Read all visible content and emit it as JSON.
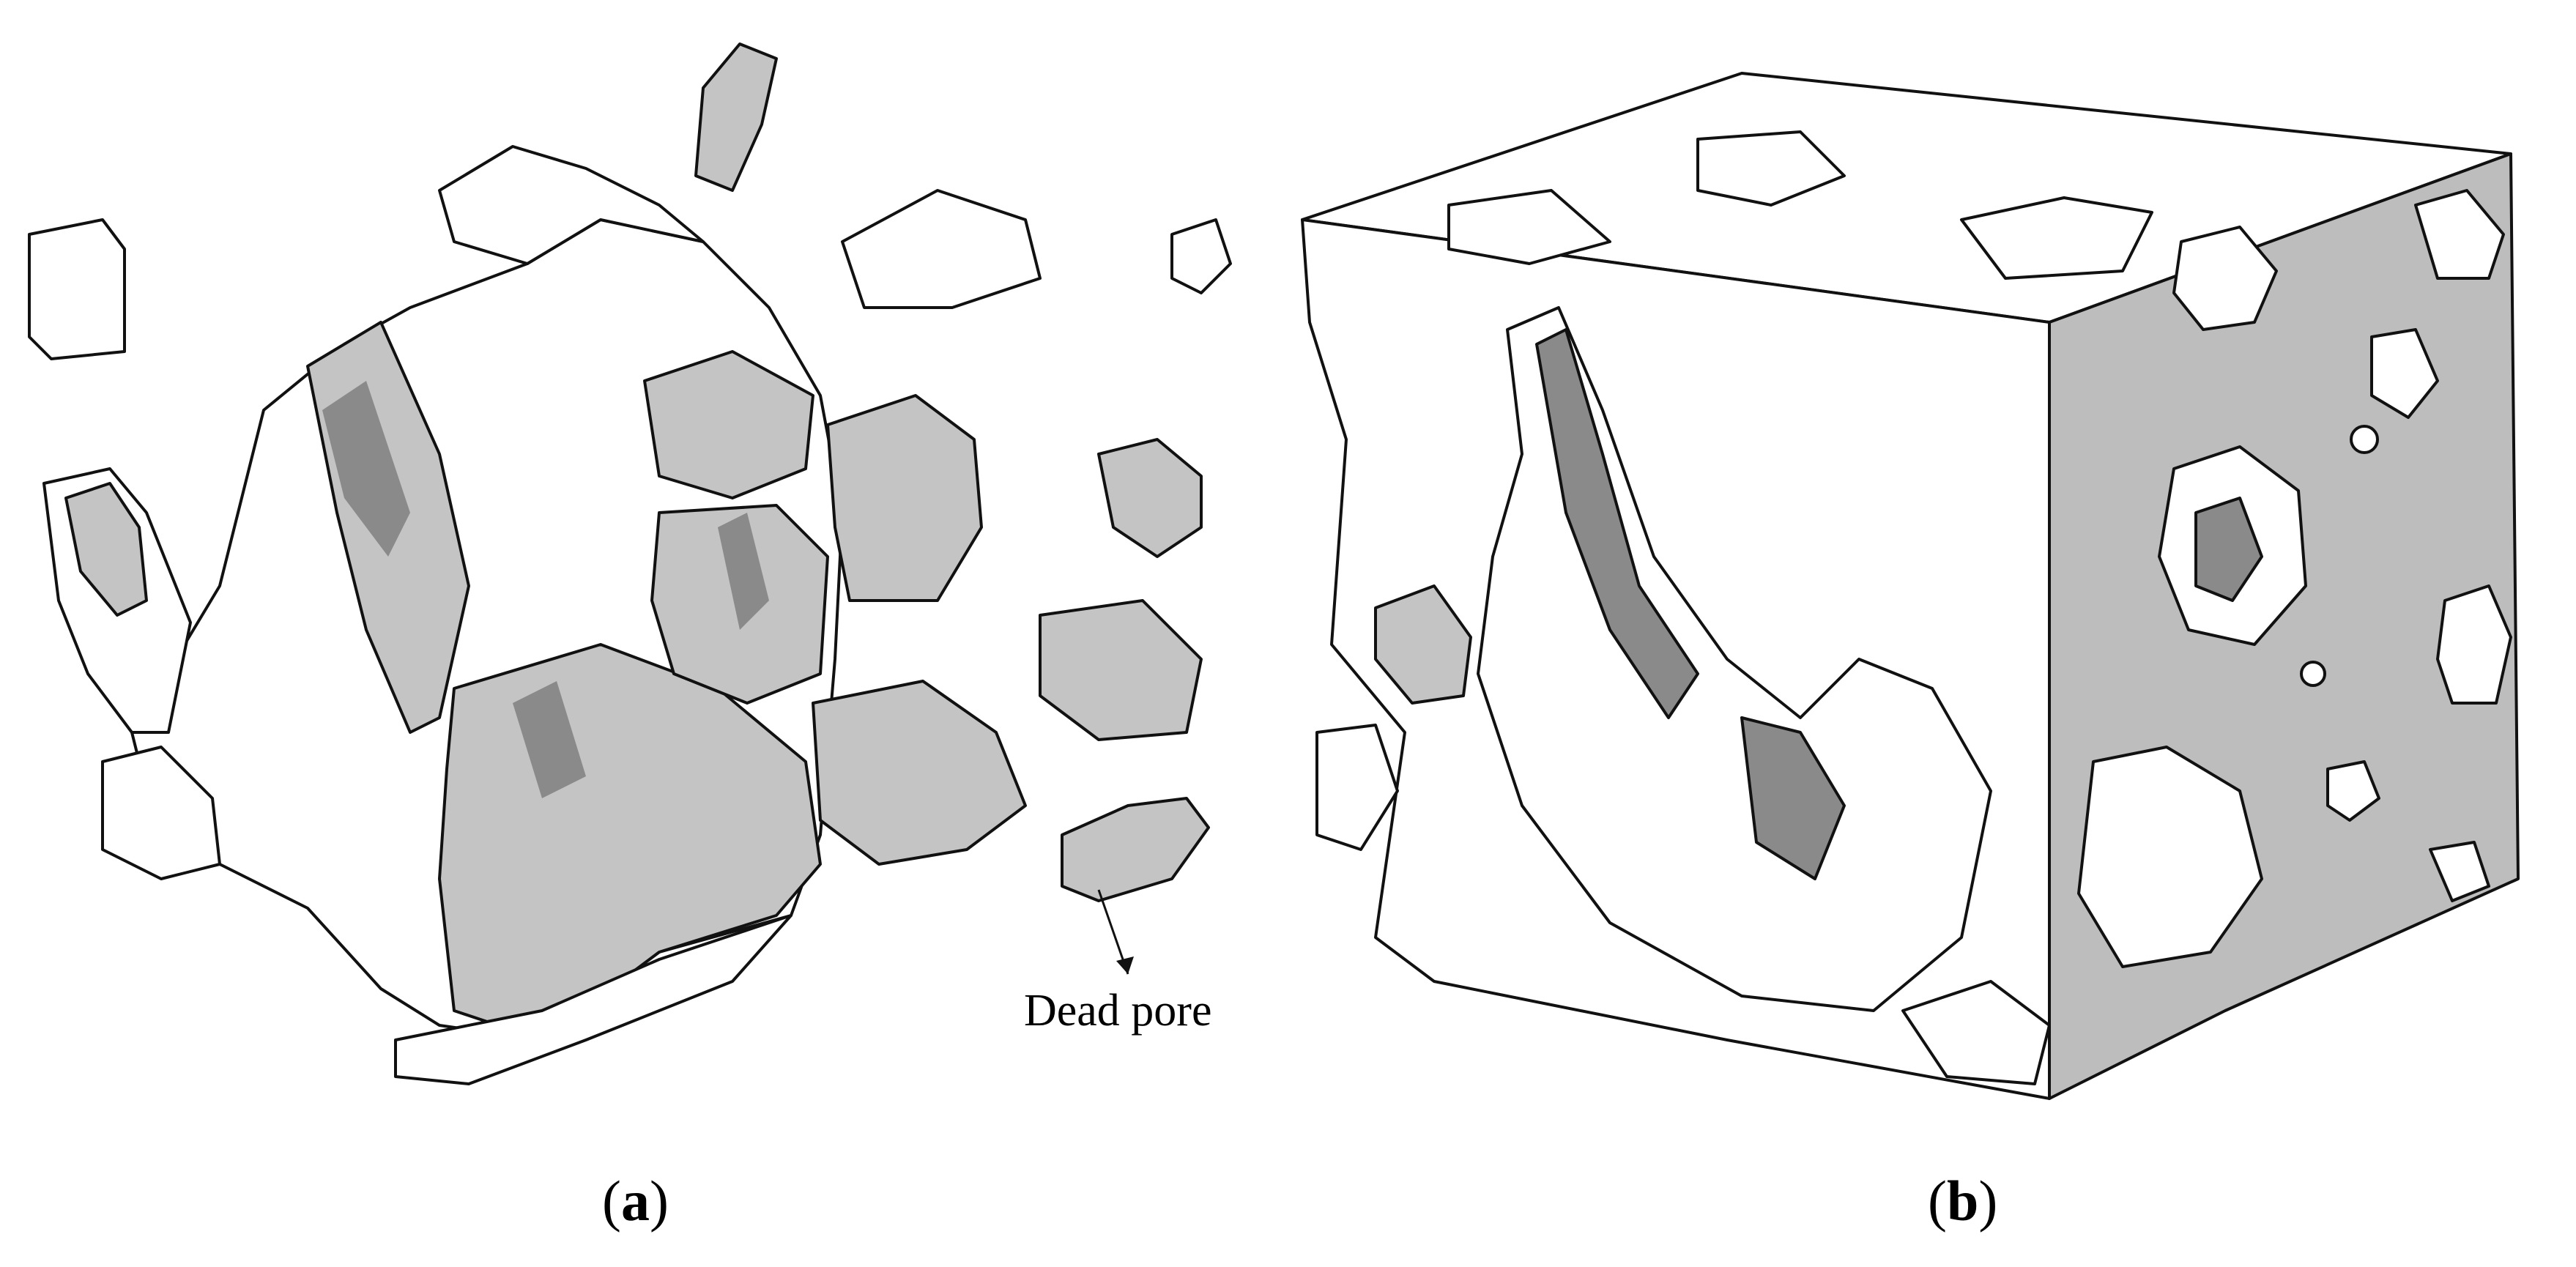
{
  "figure": {
    "panels": [
      {
        "id": "a",
        "caption_open": "(",
        "caption_letter": "a",
        "caption_close": ")"
      },
      {
        "id": "b",
        "caption_open": "(",
        "caption_letter": "b",
        "caption_close": ")"
      }
    ],
    "annotation": {
      "label": "Dead pore"
    },
    "colors": {
      "solid": "#ffffff",
      "pore_surface": "#c4c4c4",
      "shading": "#8a8a8a",
      "outline": "#111111"
    }
  }
}
